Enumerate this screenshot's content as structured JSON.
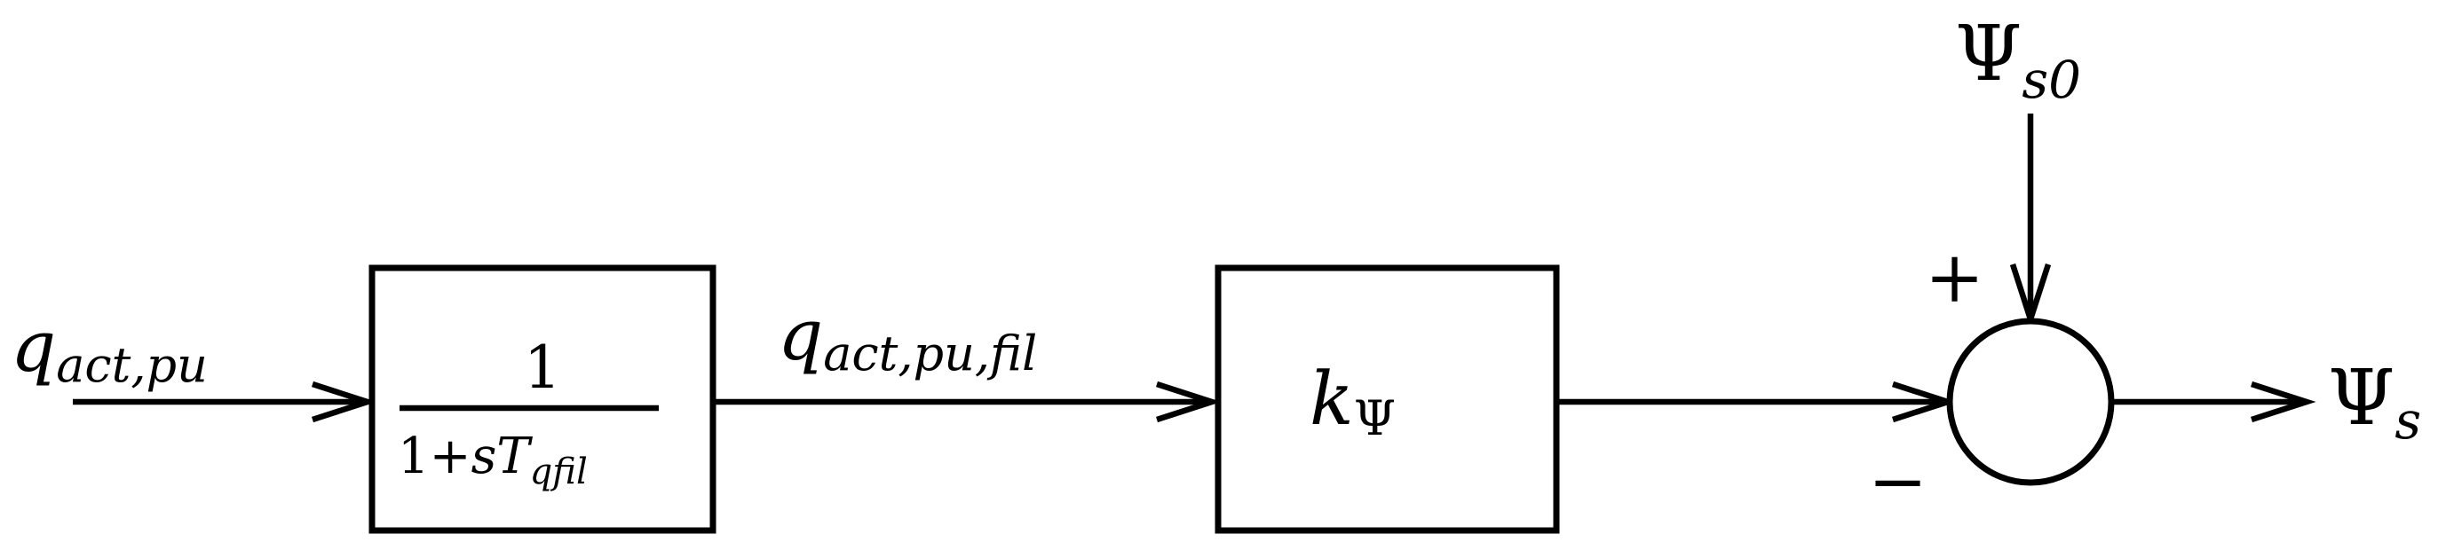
{
  "diagram": {
    "input": {
      "main": "q",
      "sub": "act,pu"
    },
    "filter_block": {
      "numerator": "1",
      "denominator_main": "1+",
      "denominator_var": "sT",
      "denominator_sub": "qfil"
    },
    "filtered_signal": {
      "main": "q",
      "sub": "act,pu,fil"
    },
    "gain_block": {
      "main": "k",
      "sub": "Ψ"
    },
    "reference": {
      "main": "Ψ",
      "sub": "s0"
    },
    "output": {
      "main": "Ψ",
      "sub": "s"
    },
    "sum_signs": {
      "plus": "+",
      "minus": "−"
    }
  }
}
